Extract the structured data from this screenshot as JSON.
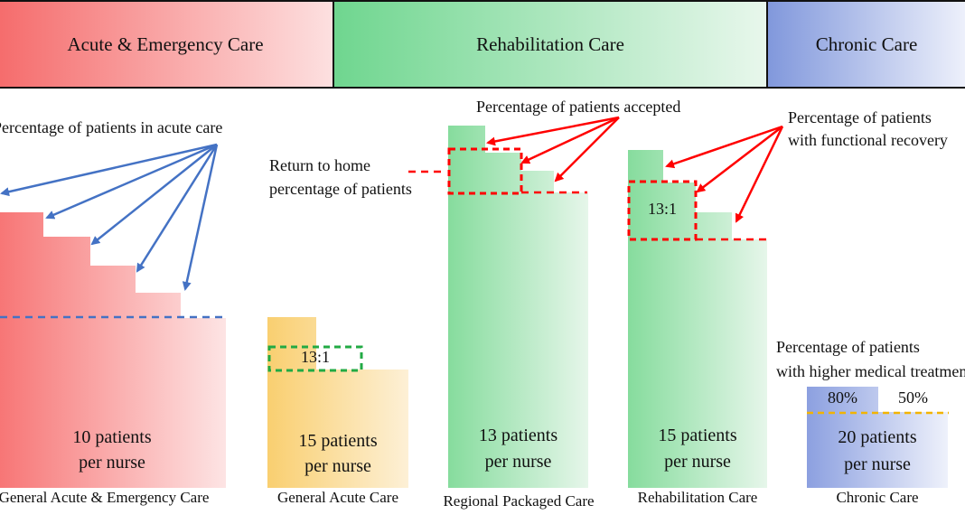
{
  "headers": {
    "acute": "Acute & Emergency Care",
    "rehab": "Rehabilitation Care",
    "chronic": "Chronic Care"
  },
  "annotations": {
    "acute_pct": "Percentage of patients in acute care",
    "return_home_1": "Return to home",
    "return_home_2": "percentage of patients",
    "accepted": "Percentage of patients accepted",
    "functional_1": "Percentage of patients",
    "functional_2": "with functional recovery",
    "medical_1": "Percentage of patients",
    "medical_2": "with higher medical treatment"
  },
  "blocks": [
    {
      "line1": "10 patients",
      "line2": "per nurse",
      "label": "General Acute & Emergency Care"
    },
    {
      "line1": "15 patients",
      "line2": "per nurse",
      "label": "General Acute Care",
      "ratio": "13:1"
    },
    {
      "line1": "13 patients",
      "line2": "per nurse",
      "label": "Regional Packaged Care"
    },
    {
      "line1": "15 patients",
      "line2": "per nurse",
      "label": "Rehabilitation Care",
      "ratio": "13:1"
    },
    {
      "line1": "20 patients",
      "line2": "per nurse",
      "label": "Chronic Care",
      "pct_a": "80%",
      "pct_b": "50%"
    }
  ],
  "colors": {
    "acute": "#f56c6c",
    "rehab": "#6fd68f",
    "chronic": "#8198dc",
    "general": "#f9cf70",
    "blue_arrow": "#4472c4",
    "red_arrow": "#ff0000",
    "green_dash": "#22aa44",
    "yellow_dash": "#f2b400"
  }
}
